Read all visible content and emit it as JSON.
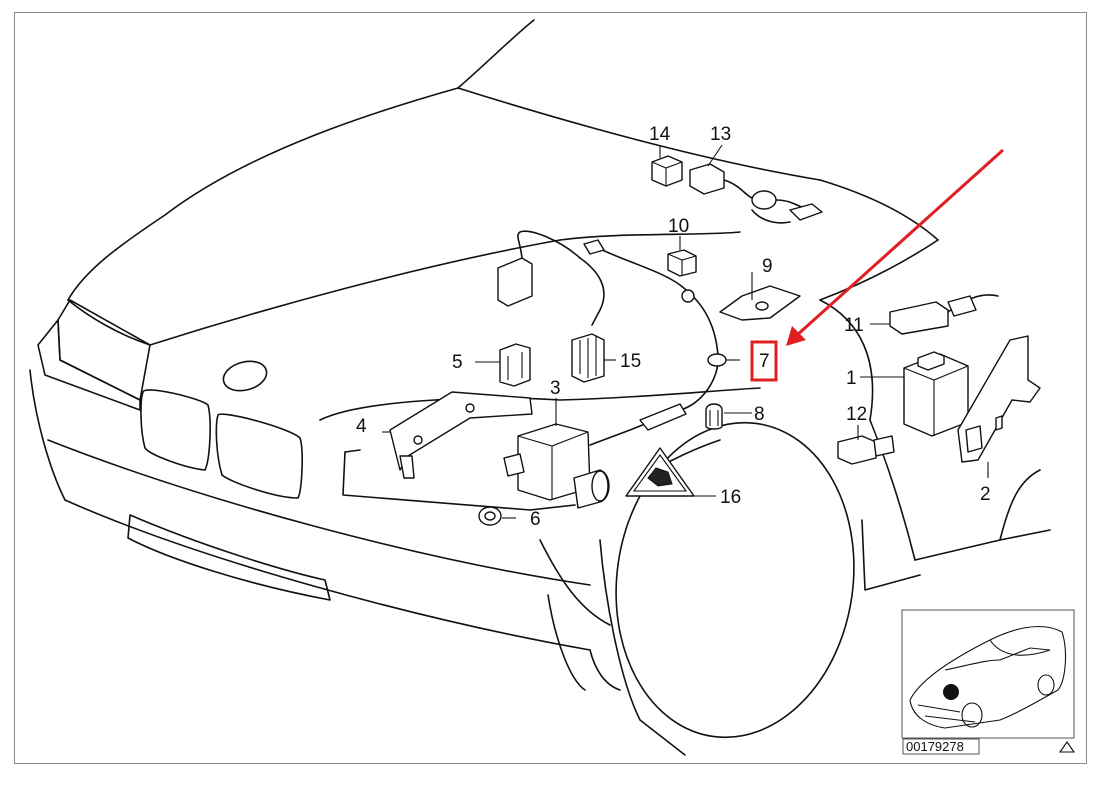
{
  "diagram": {
    "part_labels": {
      "p1": "1",
      "p2": "2",
      "p3": "3",
      "p4": "4",
      "p5": "5",
      "p6": "6",
      "p7": "7",
      "p8": "8",
      "p9": "9",
      "p10": "10",
      "p11": "11",
      "p12": "12",
      "p13": "13",
      "p14": "14",
      "p15": "15",
      "p16": "16"
    },
    "highlighted_part": "7",
    "highlight_color": "#e02020",
    "arrow_color": "#e02020",
    "document_number": "00179278"
  }
}
